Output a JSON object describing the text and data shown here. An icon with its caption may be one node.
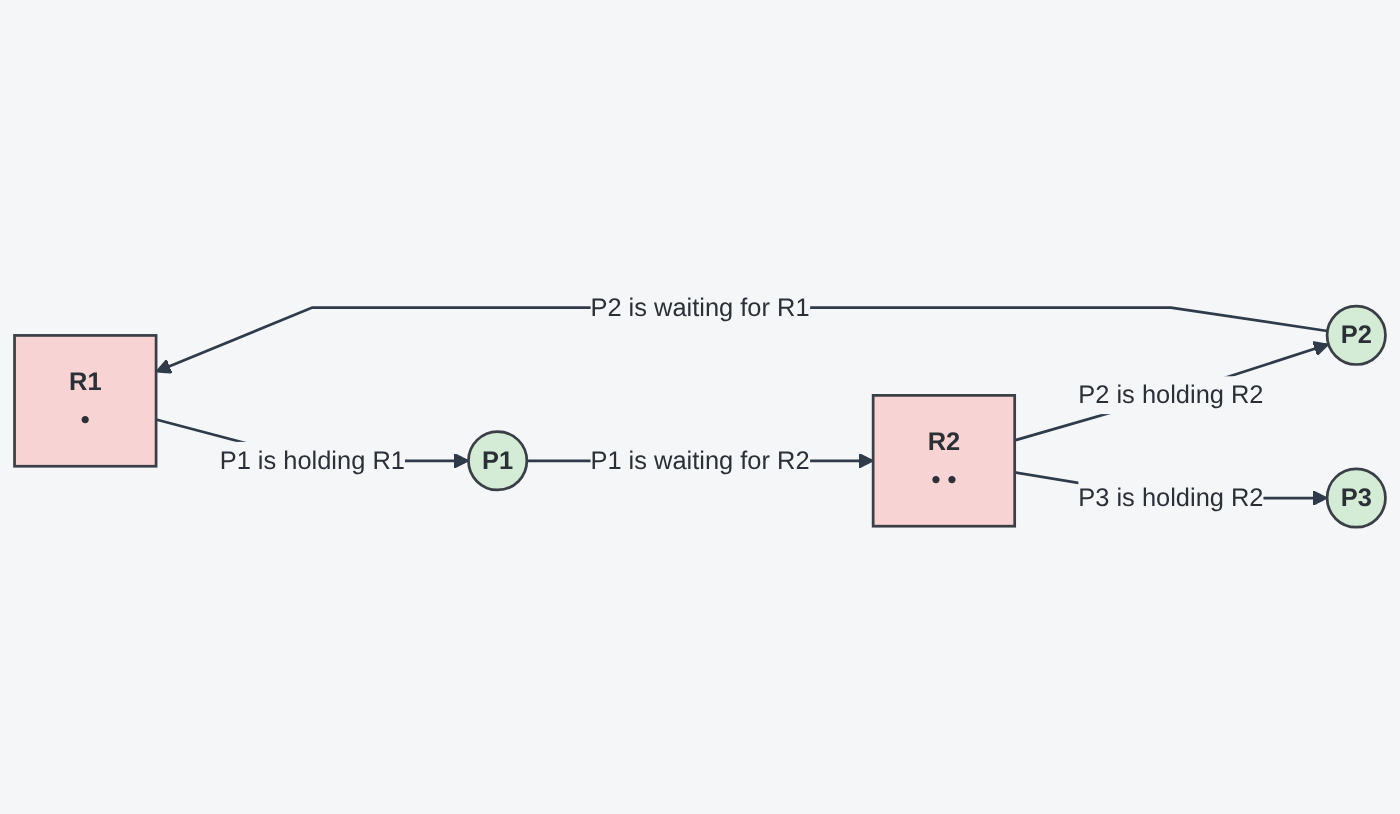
{
  "diagram": {
    "nodes": [
      {
        "text": [
          "R1",
          "•"
        ]
      },
      {
        "text": [
          "P1"
        ]
      },
      {
        "text": [
          "P2"
        ]
      },
      {
        "text": [
          "R2",
          "• •"
        ]
      },
      {
        "text": [
          "P3"
        ]
      }
    ],
    "edges": [
      {
        "from": 0,
        "to": 1,
        "arrow": "to",
        "label": "P1 is holding R1"
      },
      {
        "from": 2,
        "to": 0,
        "arrow": "to",
        "label": "P2 is waiting for R1"
      },
      {
        "from": 1,
        "to": 3,
        "arrow": "to",
        "label": "P1 is waiting for R2"
      },
      {
        "from": 3,
        "to": 2,
        "arrow": "to",
        "label": "P2 is holding R2"
      },
      {
        "from": 3,
        "to": 4,
        "arrow": "to",
        "label": "P3 is holding R2"
      }
    ]
  }
}
